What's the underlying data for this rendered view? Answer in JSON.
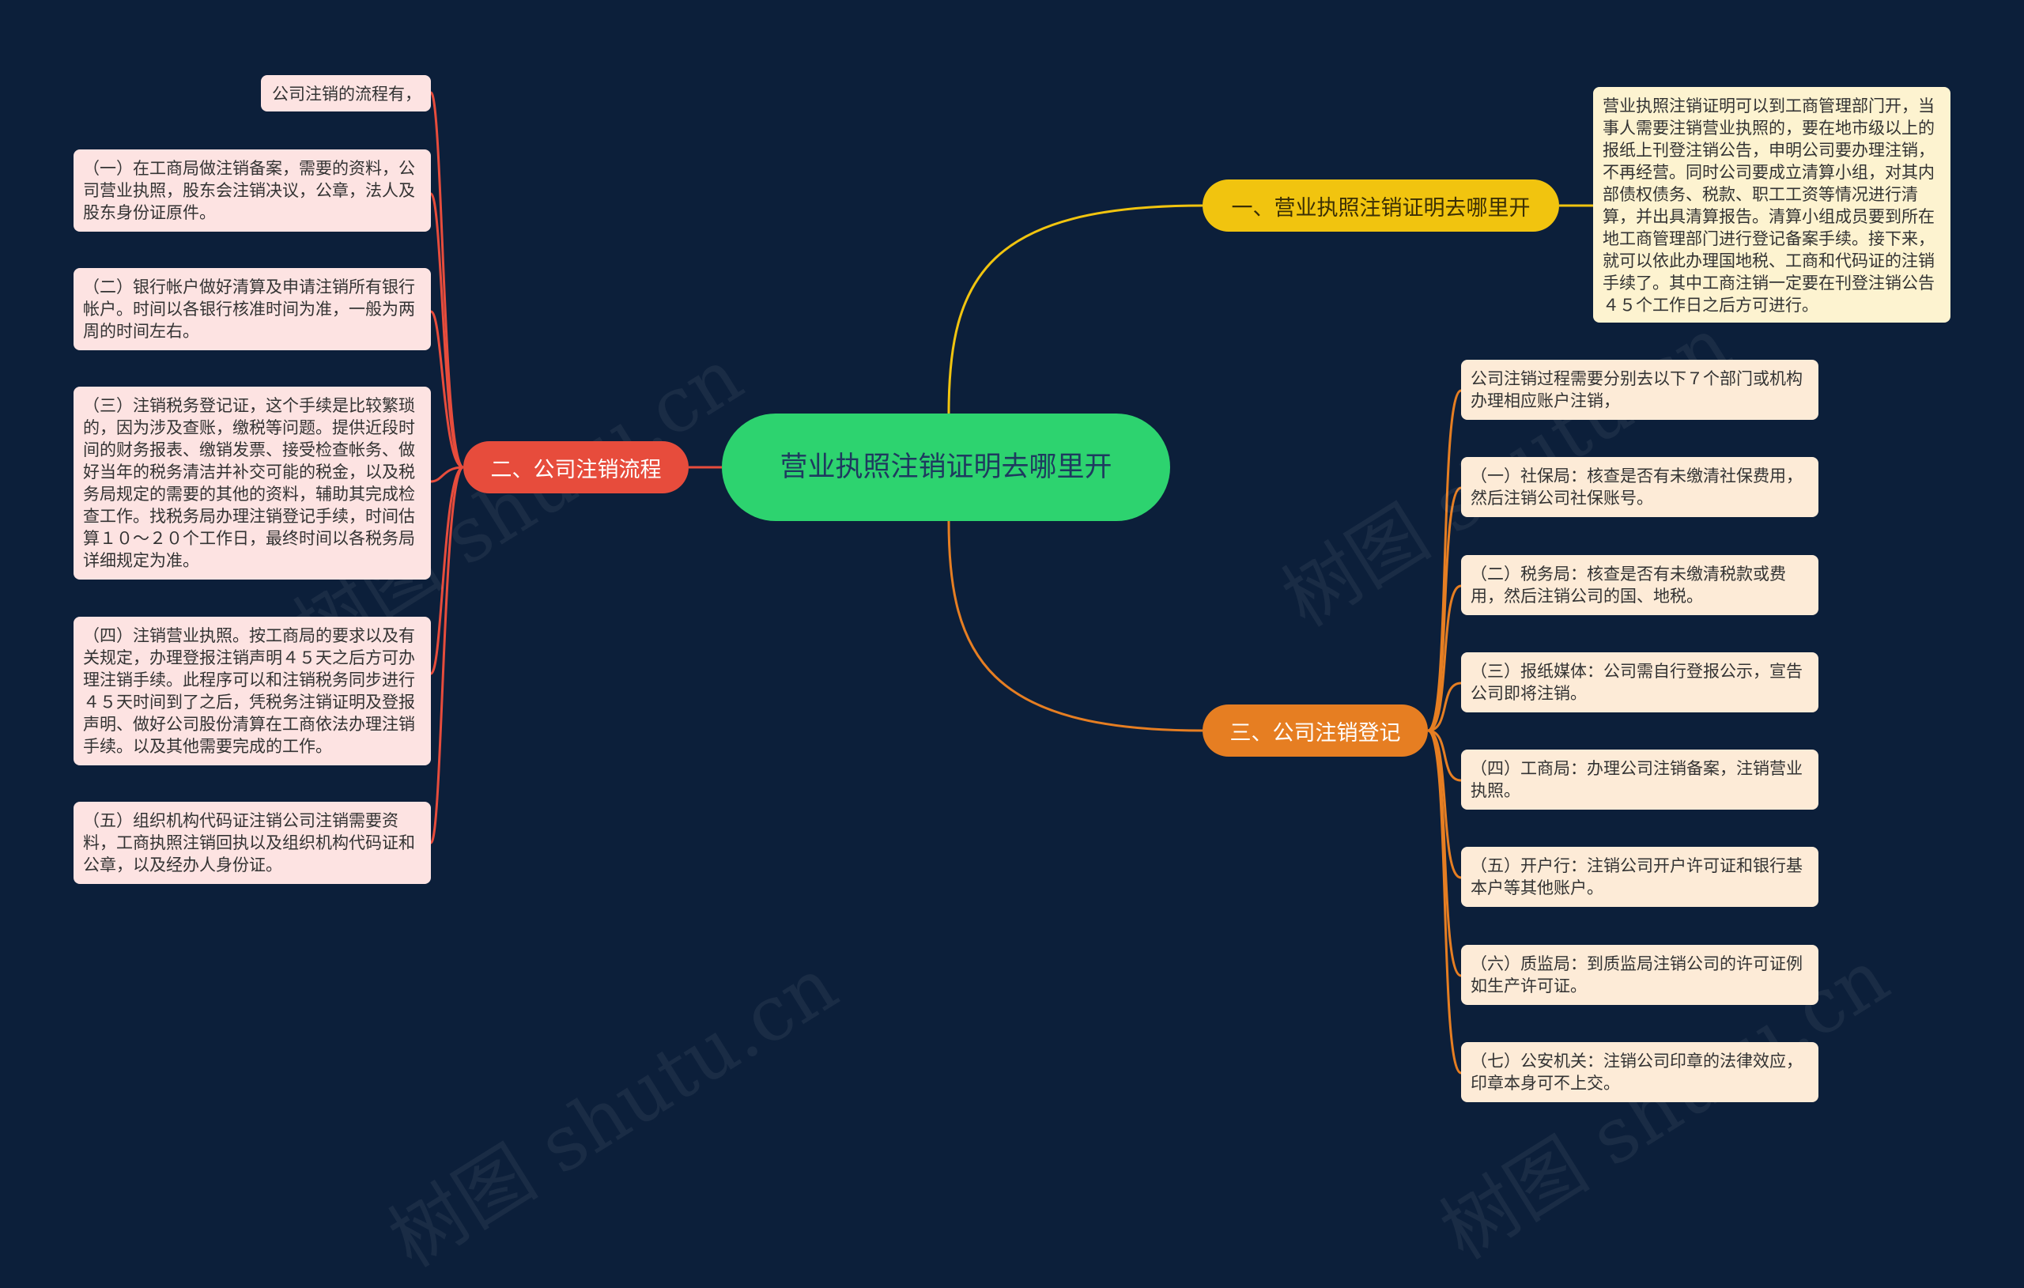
{
  "center": {
    "label": "营业执照注销证明去哪里开"
  },
  "branches": [
    {
      "label": "一、营业执照注销证明去哪里开",
      "color": "#f1c40f"
    },
    {
      "label": "二、公司注销流程",
      "color": "#e74c3c"
    },
    {
      "label": "三、公司注销登记",
      "color": "#e67e22"
    }
  ],
  "branch1_leaves": [
    "营业执照注销证明可以到工商管理部门开，当事人需要注销营业执照的，要在地市级以上的报纸上刊登注销公告，申明公司要办理注销，不再经营。同时公司要成立清算小组，对其内部债权债务、税款、职工工资等情况进行清算，并出具清算报告。清算小组成员要到所在地工商管理部门进行登记备案手续。接下来，就可以依此办理国地税、工商和代码证的注销手续了。其中工商注销一定要在刊登注销公告４５个工作日之后方可进行。"
  ],
  "branch2_leaves": [
    "公司注销的流程有，",
    "（一）在工商局做注销备案，需要的资料，公司营业执照，股东会注销决议，公章，法人及股东身份证原件。",
    "（二）银行帐户做好清算及申请注销所有银行帐户。时间以各银行核准时间为准，一般为两周的时间左右。",
    "（三）注销税务登记证，这个手续是比较繁琐的，因为涉及查账，缴税等问题。提供近段时间的财务报表、缴销发票、接受检查帐务、做好当年的税务清洁并补交可能的税金，以及税务局规定的需要的其他的资料，辅助其完成检查工作。找税务局办理注销登记手续，时间估算１０～２０个工作日，最终时间以各税务局详细规定为准。",
    "（四）注销营业执照。按工商局的要求以及有关规定，办理登报注销声明４５天之后方可办理注销手续。此程序可以和注销税务同步进行４５天时间到了之后，凭税务注销证明及登报声明、做好公司股份清算在工商依法办理注销手续。以及其他需要完成的工作。",
    "（五）组织机构代码证注销公司注销需要资料，工商执照注销回执以及组织机构代码证和公章，以及经办人身份证。"
  ],
  "branch3_leaves": [
    "公司注销过程需要分别去以下７个部门或机构办理相应账户注销，",
    "（一）社保局：核查是否有未缴清社保费用，然后注销公司社保账号。",
    "（二）税务局：核查是否有未缴清税款或费用，然后注销公司的国、地税。",
    "（三）报纸媒体：公司需自行登报公示，宣告公司即将注销。",
    "（四）工商局：办理公司注销备案，注销营业执照。",
    "（五）开户行：注销公司开户许可证和银行基本户等其他账户。",
    "（六）质监局：到质监局注销公司的许可证例如生产许可证。",
    "（七）公安机关：注销公司印章的法律效应，印章本身可不上交。"
  ],
  "watermark": {
    "text": "树图 shutu.cn"
  },
  "colors": {
    "background": "#0c1f3a",
    "center": "#2dd36f",
    "leaf_left": "#fde3e2",
    "leaf_right": "#fdebd7",
    "leaf_top": "#fdf3d0"
  }
}
